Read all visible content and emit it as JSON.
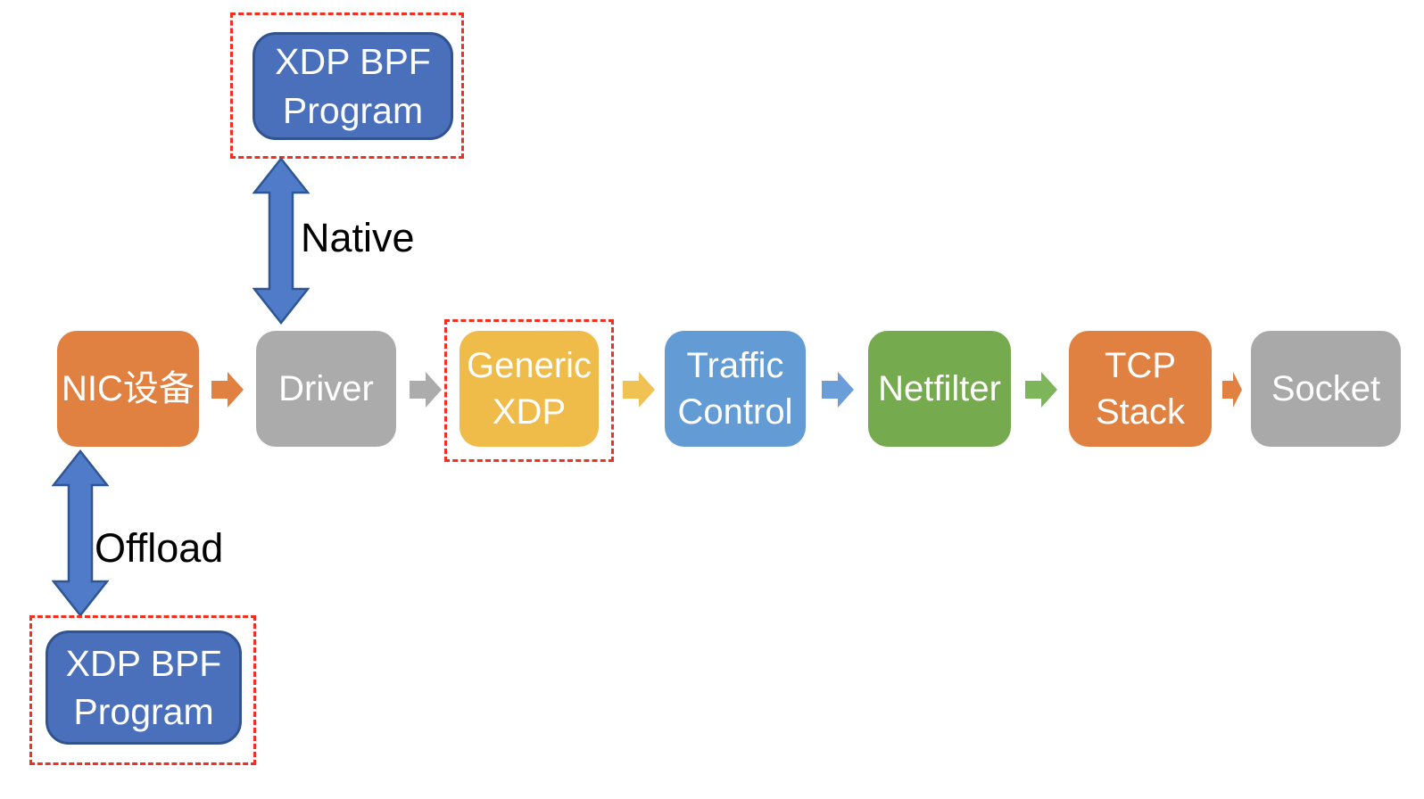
{
  "diagram": {
    "background": "#FFFFFF",
    "highlight_color": "#F3301F",
    "program_box": {
      "fill": "#4A70BC",
      "border": "#31538F",
      "top": {
        "line1": "XDP BPF",
        "line2": "Program"
      },
      "bottom": {
        "line1": "XDP BPF",
        "line2": "Program"
      }
    },
    "connectors": {
      "native": {
        "label": "Native",
        "color": "#4F7BC8",
        "from": "xdp-bpf-program-top",
        "to": "driver"
      },
      "offload": {
        "label": "Offload",
        "color": "#4F7BC8",
        "from": "nic-device",
        "to": "xdp-bpf-program-bottom"
      }
    },
    "flow": {
      "nodes": [
        {
          "id": "nic-device",
          "line1": "NIC设备",
          "color": "#E08142",
          "highlighted": false
        },
        {
          "id": "driver",
          "line1": "Driver",
          "color": "#ABABAB",
          "highlighted": false
        },
        {
          "id": "generic-xdp",
          "line1": "Generic",
          "line2": "XDP",
          "color": "#EFBC49",
          "highlighted": true
        },
        {
          "id": "traffic-control",
          "line1": "Traffic",
          "line2": "Control",
          "color": "#639CD5",
          "highlighted": false
        },
        {
          "id": "netfilter",
          "line1": "Netfilter",
          "color": "#76AA4F",
          "highlighted": false
        },
        {
          "id": "tcp-stack",
          "line1": "TCP",
          "line2": "Stack",
          "color": "#E08142",
          "highlighted": false
        },
        {
          "id": "socket",
          "line1": "Socket",
          "color": "#A9A9A9",
          "highlighted": false
        }
      ],
      "arrows": [
        {
          "from": "nic-device",
          "to": "driver",
          "color": "#E08142"
        },
        {
          "from": "driver",
          "to": "generic-xdp",
          "color": "#ACACAC"
        },
        {
          "from": "generic-xdp",
          "to": "traffic-control",
          "color": "#F0C153"
        },
        {
          "from": "traffic-control",
          "to": "netfilter",
          "color": "#6B9ED8"
        },
        {
          "from": "netfilter",
          "to": "tcp-stack",
          "color": "#7DB55B"
        },
        {
          "from": "tcp-stack",
          "to": "socket",
          "color": "#E08142"
        }
      ]
    }
  }
}
